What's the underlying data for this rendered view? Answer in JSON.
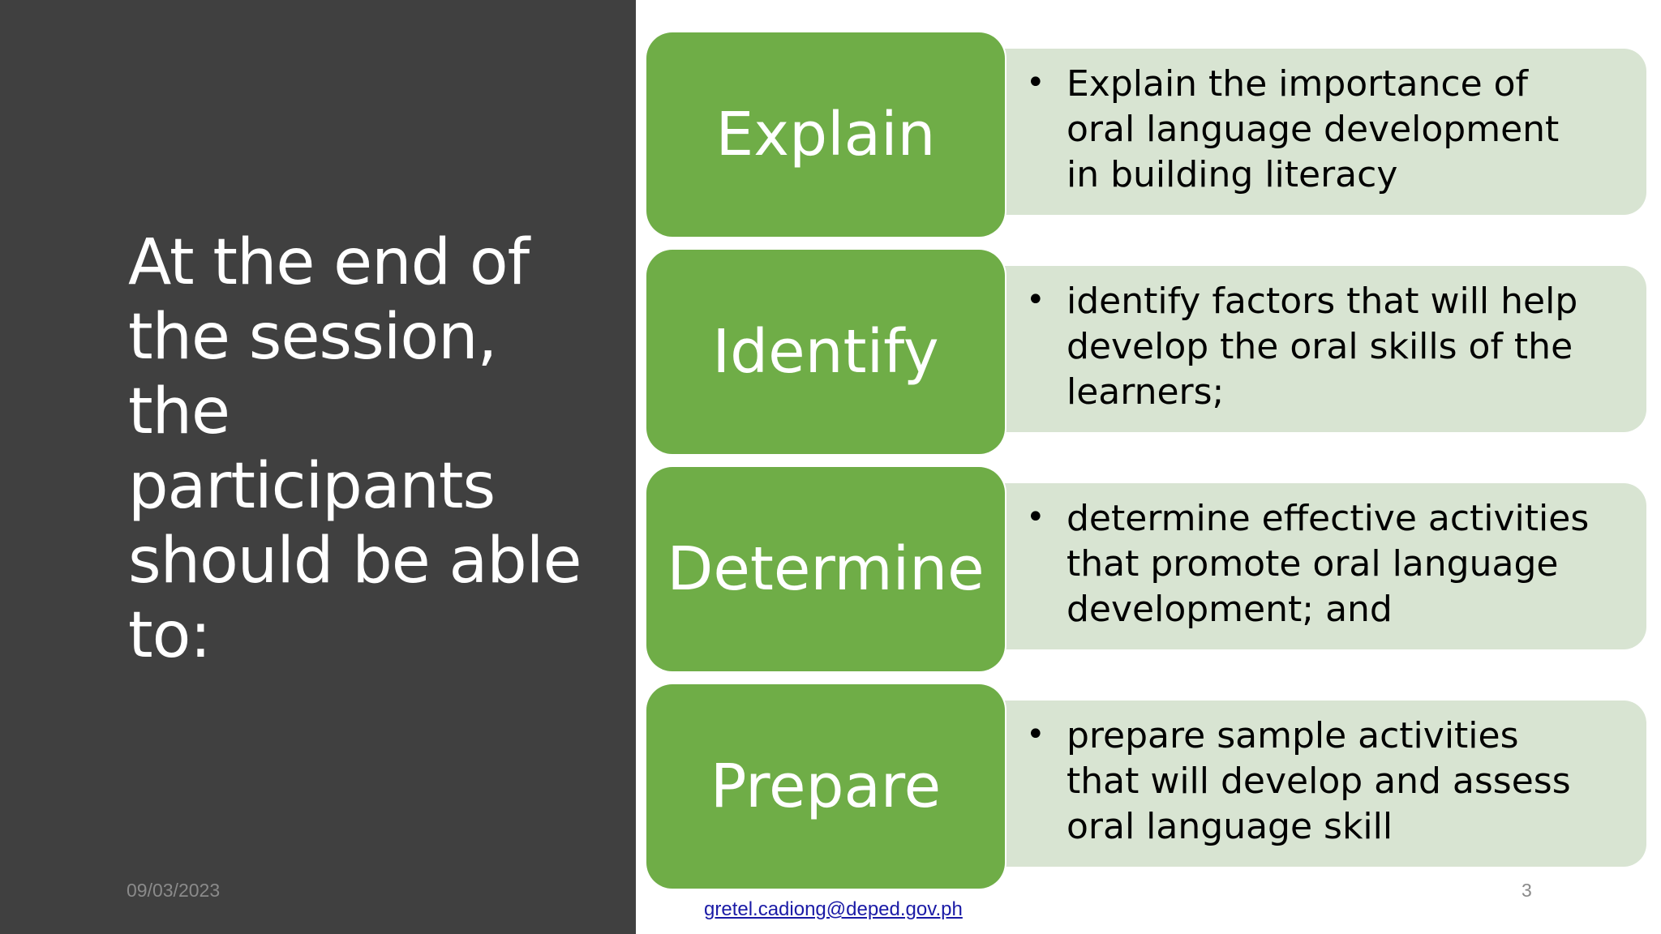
{
  "slide": {
    "title": "At the end of the session, the participants should be able to:",
    "date": "09/03/2023",
    "page_number": "3",
    "footer_email": "gretel.cadiong@deped.gov.ph"
  },
  "objectives": [
    {
      "keyword": "Explain",
      "description": "Explain the importance of oral language development in building literacy"
    },
    {
      "keyword": "Identify",
      "description": "identify factors that will help develop the oral skills of the learners;"
    },
    {
      "keyword": "Determine",
      "description": "determine effective activities that promote oral language development; and"
    },
    {
      "keyword": "Prepare",
      "description": "prepare sample activities that will develop and assess oral language skill"
    }
  ],
  "colors": {
    "left_panel": "#404040",
    "keyword_box": "#6fad47",
    "description_box": "#d8e4d2"
  }
}
